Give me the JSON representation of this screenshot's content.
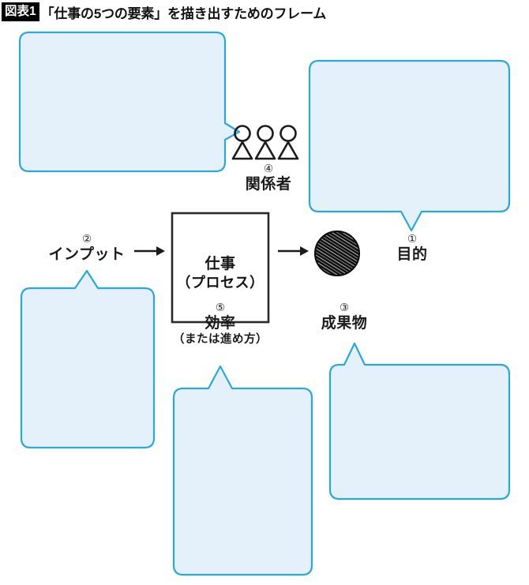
{
  "header": {
    "badge": "図表1",
    "title": "「仕事の5つの要素」を描き出すためのフレーム"
  },
  "colors": {
    "bubble_fill": "#e4f1fb",
    "bubble_stroke": "#29a8e0",
    "ink": "#1b1b1b",
    "badge_bg": "#000000",
    "badge_text": "#ffffff"
  },
  "diagram": {
    "process": {
      "line1": "仕事",
      "line2": "（プロセス）"
    },
    "elements": [
      {
        "number": "①",
        "label": "目的",
        "sub": ""
      },
      {
        "number": "②",
        "label": "インプット",
        "sub": ""
      },
      {
        "number": "③",
        "label": "成果物",
        "sub": ""
      },
      {
        "number": "④",
        "label": "関係者",
        "sub": ""
      },
      {
        "number": "⑤",
        "label": "効率",
        "sub": "（または進め方）"
      }
    ],
    "arrows": [
      {
        "name": "arrow-input-to-process",
        "direction": "right"
      },
      {
        "name": "arrow-process-to-output",
        "direction": "right"
      }
    ],
    "icons": {
      "stakeholders": "three-people-icon",
      "deliverable": "scribbled-circle-icon"
    },
    "note_boxes": [
      {
        "name": "note-stakeholders",
        "value": ""
      },
      {
        "name": "note-purpose",
        "value": ""
      },
      {
        "name": "note-input",
        "value": ""
      },
      {
        "name": "note-efficiency",
        "value": ""
      },
      {
        "name": "note-deliverable",
        "value": ""
      }
    ]
  }
}
